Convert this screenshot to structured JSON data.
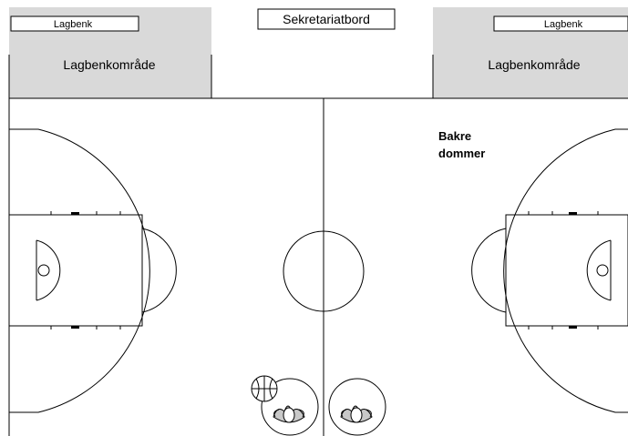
{
  "scorer_table": {
    "label": "Sekretariatbord"
  },
  "left_bench": {
    "label": "Lagbenk",
    "area_label": "Lagbenkområde"
  },
  "right_bench": {
    "label": "Lagbenk",
    "area_label": "Lagbenkområde"
  },
  "referee": {
    "line1": "Bakre",
    "line2": "dommer"
  },
  "colors": {
    "line": "#000000",
    "bench_area": "#d9d9d9",
    "player_fill": "#c8c8c8",
    "background": "#ffffff"
  },
  "icons": [
    "basketball-icon",
    "player-icon"
  ]
}
